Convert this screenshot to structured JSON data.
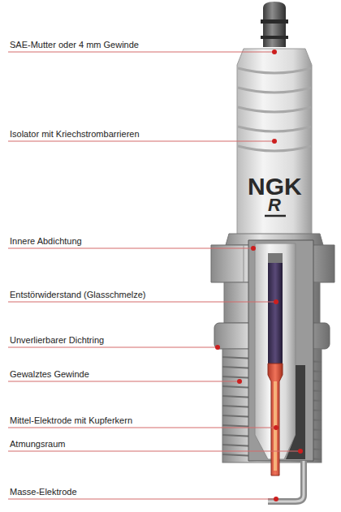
{
  "diagram": {
    "labels": [
      "SAE-Mutter oder 4 mm Gewinde",
      "Isolator mit Kriechstrombarrieren",
      "Innere Abdichtung",
      "Entstörwiderstand (Glasschmelze)",
      "Unverlierbarer Dichtring",
      "Gewalztes Gewinde",
      "Mittel-Elektrode mit Kupferkern",
      "Atmungsraum",
      "Masse-Elektrode",
      "NGK",
      "R"
    ]
  }
}
